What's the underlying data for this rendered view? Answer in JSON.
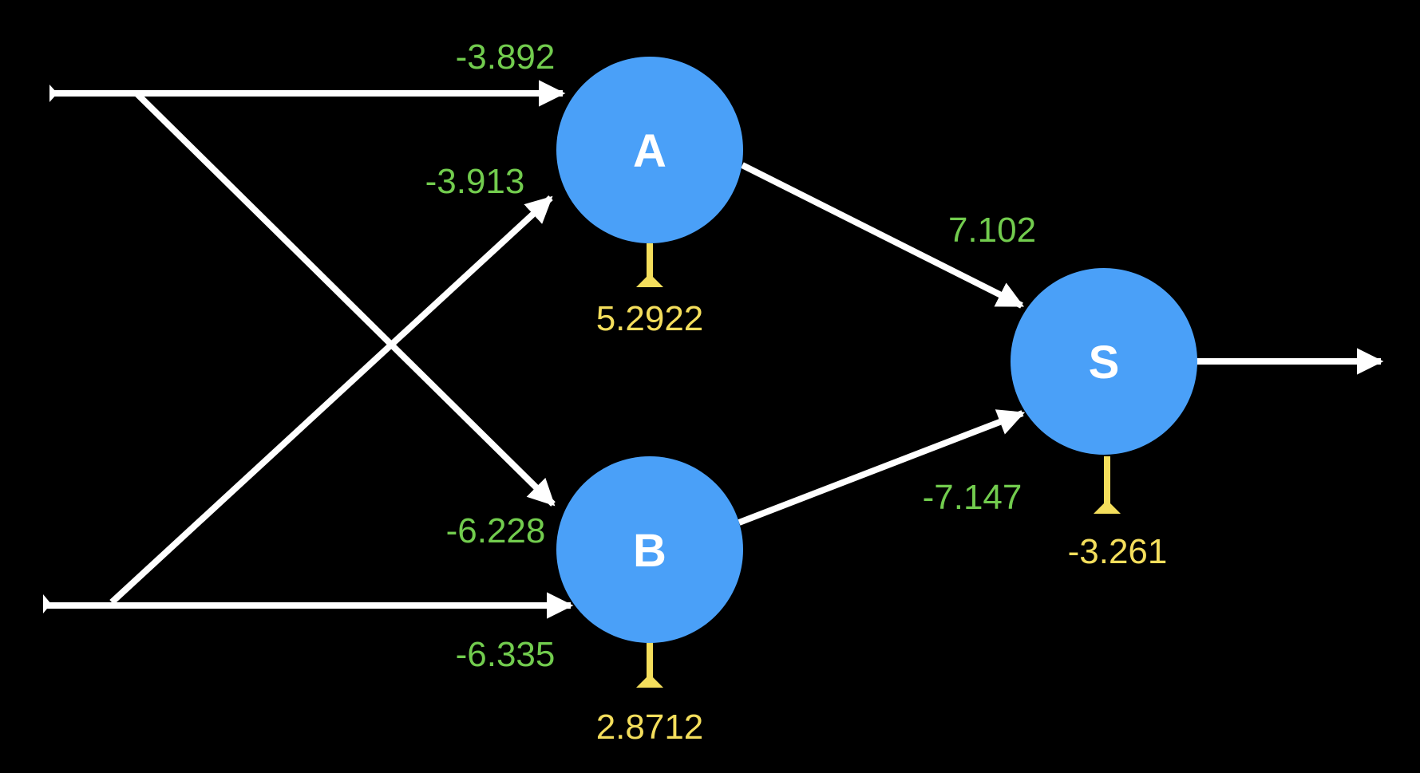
{
  "colors": {
    "background": "#000000",
    "node_fill": "#4aa0f8",
    "node_text": "#ffffff",
    "edge": "#ffffff",
    "weight_text": "#72cc4e",
    "bias": "#f4de5c"
  },
  "nodes": {
    "a": {
      "label": "A"
    },
    "b": {
      "label": "B"
    },
    "s": {
      "label": "S"
    }
  },
  "weights": {
    "in1_to_a": "-3.892",
    "in2_to_a": "-3.913",
    "in1_to_b": "-6.228",
    "in2_to_b": "-6.335",
    "a_to_s": "7.102",
    "b_to_s": "-7.147"
  },
  "biases": {
    "a": "5.2922",
    "b": "2.8712",
    "s": "-3.261"
  }
}
